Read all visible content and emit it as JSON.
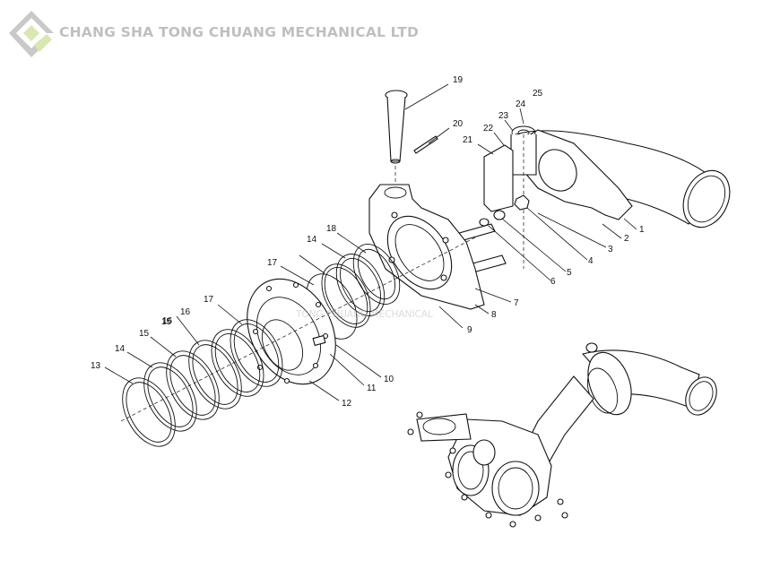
{
  "header": {
    "company_name": "CHANG SHA TONG CHUANG MECHANICAL LTD",
    "watermark": "TONG CHUANG MECHANICAL"
  },
  "colors": {
    "logo_outer": "#c9c9c9",
    "logo_accent": "#d9e8b0",
    "company_text": "#bfbfbf",
    "line": "#111111"
  },
  "callouts": [
    "1",
    "2",
    "3",
    "4",
    "5",
    "6",
    "7",
    "8",
    "9",
    "10",
    "11",
    "12",
    "13",
    "14",
    "15",
    "16",
    "17",
    "16",
    "15",
    "14",
    "17",
    "18",
    "19",
    "20",
    "21",
    "22",
    "23",
    "24",
    "25"
  ]
}
